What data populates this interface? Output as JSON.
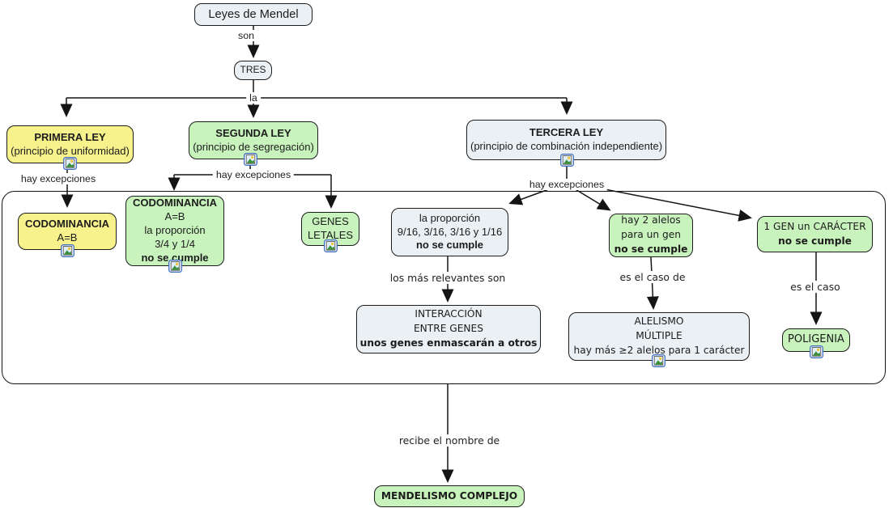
{
  "nodes": {
    "leyes_de_mendel": {
      "lines": [
        "Leyes de Mendel"
      ]
    },
    "tres": {
      "lines": [
        "TRES"
      ]
    },
    "primera_ley": {
      "lines": [
        "PRIMERA LEY",
        "(principio de uniformidad)"
      ]
    },
    "segunda_ley": {
      "lines": [
        "SEGUNDA LEY",
        "(principio de segregación)"
      ]
    },
    "tercera_ley": {
      "lines": [
        "TERCERA LEY",
        "(principio de combinación independiente)"
      ]
    },
    "codominancia_1": {
      "lines": [
        "CODOMINANCIA",
        "A=B"
      ]
    },
    "codominancia_2": {
      "lines": [
        "CODOMINANCIA",
        "A=B",
        "la proporción",
        "3/4 y 1/4",
        "no se cumple"
      ]
    },
    "genes_letales": {
      "lines": [
        "GENES",
        "LETALES"
      ]
    },
    "proporcion": {
      "lines": [
        "la proporción",
        "9/16, 3/16, 3/16 y 1/16",
        "no se cumple"
      ]
    },
    "hay_2_alelos": {
      "lines": [
        "hay 2 alelos",
        "para un gen",
        "no se cumple"
      ]
    },
    "gen_caracter": {
      "lines": [
        "1 GEN un CARÁCTER",
        "no se cumple"
      ]
    },
    "interaccion": {
      "lines": [
        "INTERACCIÓN",
        "ENTRE GENES",
        "unos genes enmascarán a otros"
      ]
    },
    "alelismo": {
      "lines": [
        "ALELISMO",
        "MÚLTIPLE",
        "hay más ≥2 alelos para 1 carácter"
      ]
    },
    "poligenia": {
      "lines": [
        "POLIGENIA"
      ]
    },
    "mendelismo_complejo": {
      "lines": [
        "MENDELISMO COMPLEJO"
      ]
    }
  },
  "link_labels": {
    "son": "son",
    "la": "la",
    "hay_excepciones_primera": "hay excepciones",
    "hay_excepciones_segunda": "hay excepciones",
    "hay_excepciones_tercera": "hay excepciones",
    "los_mas_relevantes": "los más relevantes son",
    "es_el_caso_de": "es el caso de",
    "es_el_caso": "es el caso",
    "recibe_el_nombre": "recibe el nombre de"
  },
  "icons": {
    "resource": "image-resource-icon"
  },
  "colors": {
    "yellow_node": "#f8f28c",
    "green_node": "#c9f3bd",
    "gray_node": "#eaf0f4",
    "node_border": "#1c1c1c",
    "icon_border": "#3f6fbf",
    "line": "#141414"
  }
}
